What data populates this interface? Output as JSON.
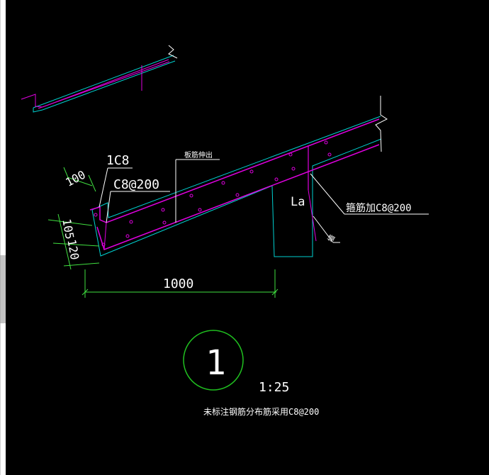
{
  "drawing": {
    "rebar_top": "1C8",
    "rebar_stirrup": "C8@200",
    "dim_top": "100",
    "dim_side_a": "105",
    "dim_side_b": "120",
    "dim_bottom": "1000",
    "label_la": "La",
    "label_slab_bar": "板筋伸出",
    "label_stirrup": "箍筋加C8@200",
    "label_wall": "墙",
    "detail_number": "1",
    "scale": "1:25",
    "caption": "未标注钢筋分布筋采用C8@200"
  },
  "colors": {
    "outline": "#00d0d0",
    "rebar": "#e000e0",
    "dimension": "#40e040",
    "detail_circle": "#20c020",
    "text": "#ffffff",
    "background": "#000000"
  }
}
